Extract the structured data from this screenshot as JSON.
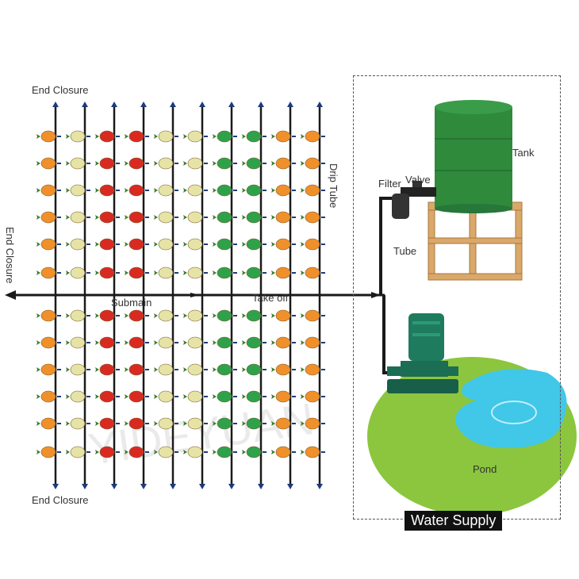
{
  "labels": {
    "end_closure_top": "End Closure",
    "end_closure_bottom": "End Closure",
    "end_closure_left": "End Closure",
    "drip_tube": "Drip Tube",
    "submain": "Submain",
    "take_off": "Take off",
    "filter": "Filter",
    "valve": "Valve",
    "tank": "Tank",
    "tube": "Tube",
    "pond": "Pond",
    "water_supply": "Water Supply",
    "watermark": "YIDEYUAN"
  },
  "colors": {
    "orange_plant": "#f0902a",
    "cabbage_plant": "#e6e3a6",
    "tomato_plant": "#d92a22",
    "green_plant": "#2ea24a",
    "tank_green": "#2f8a3c",
    "stand_wood": "#d9a86a",
    "pump_green": "#1f7b5e",
    "pond_water": "#41c7e8",
    "grass_green": "#8cc63e",
    "pipe": "#1a1a1a"
  },
  "plant_columns": [
    "orange",
    "cabbage",
    "tomato",
    "tomato",
    "cabbage",
    "cabbage",
    "green",
    "green",
    "orange",
    "orange"
  ],
  "plant_rows_per_half": 6
}
